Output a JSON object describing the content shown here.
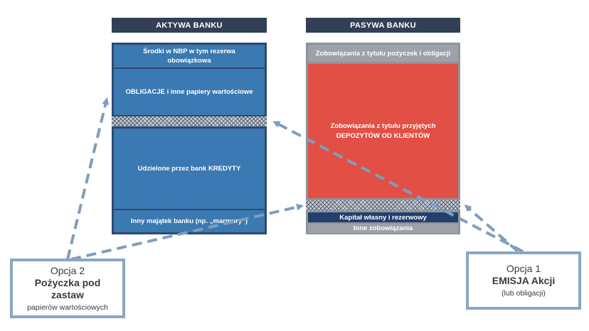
{
  "assets": {
    "header": "AKTYWA BANKU",
    "nbp": "Środki w NBP w tym rezerwa obowiązkowa",
    "bonds": "OBLIGACJE i inne papiery wartościowe",
    "loans": "Udzielone przez bank KREDYTY",
    "other": "Inny majątek banku (np. „marmury”)"
  },
  "liabilities": {
    "header": "PASYWA BANKU",
    "loan_liabilities": "Zobowiązania z tytułu pożyczek i obligacji",
    "deposits_line1": "Zobowiązania z tytułu przyjętych",
    "deposits_line2": "DEPOZYTÓW OD KLIENTÓW",
    "equity": "Kapitał własny i rezerwowy",
    "other": "Inne zobowiązania"
  },
  "option1": {
    "title": "Opcja 1",
    "strong": "EMISJA Akcji",
    "small": "(lub obligacji)"
  },
  "option2": {
    "title": "Opcja 2",
    "strong_line1": "Pożyczka pod",
    "strong_line2": "zastaw",
    "small": "papierów wartościowych"
  },
  "colors": {
    "header": "#323f55",
    "assets_blue": "#3b79b2",
    "deposits_red": "#e24f45",
    "grey": "#9ea2a8",
    "equity_navy": "#233f6e",
    "arrow": "#7f9dbf",
    "option_border": "#8aa6c5"
  }
}
